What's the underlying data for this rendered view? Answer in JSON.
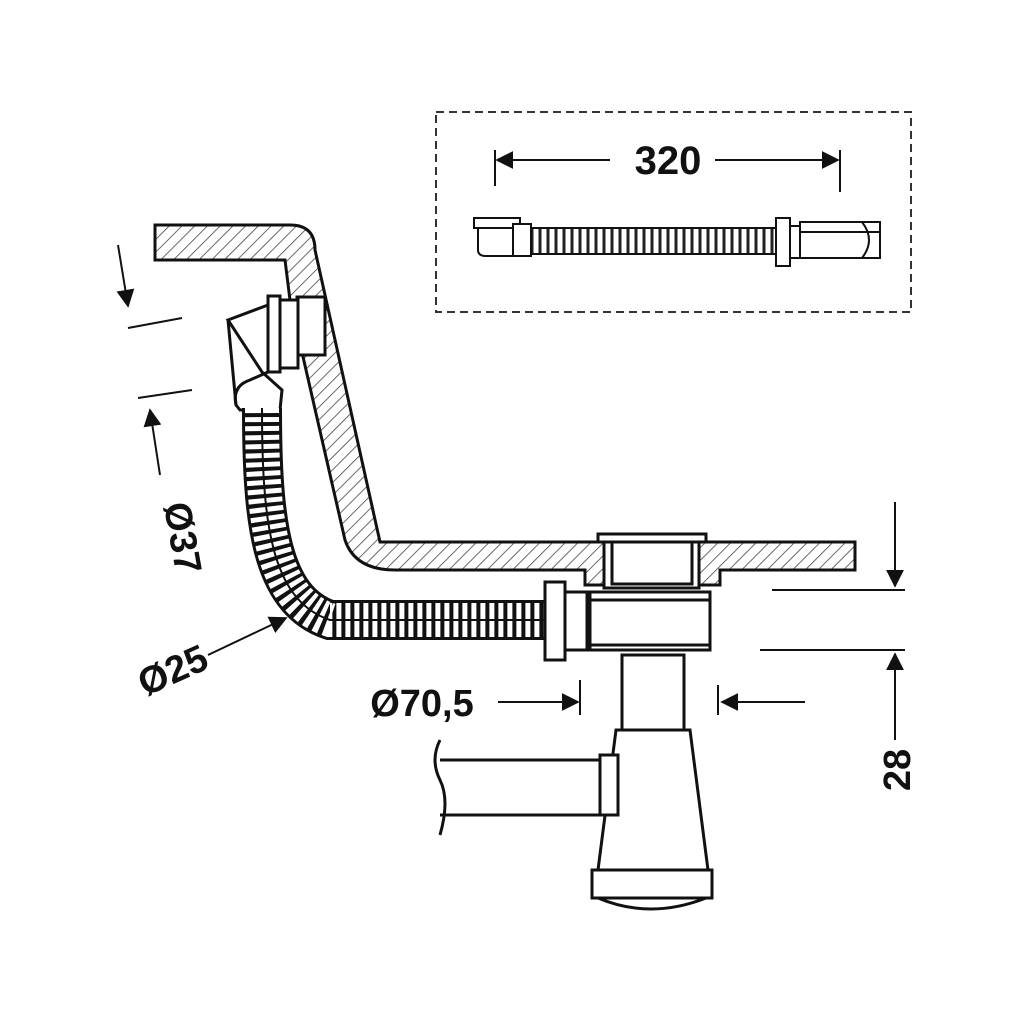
{
  "diagram": {
    "dimensions": {
      "hose_length": "320",
      "overflow_diameter": "Ø37",
      "hose_diameter": "Ø25",
      "waste_diameter": "Ø70,5",
      "bath_thickness": "28"
    }
  }
}
